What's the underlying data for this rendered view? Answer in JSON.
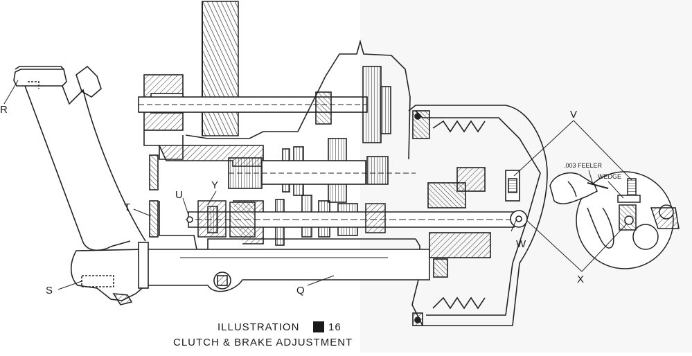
{
  "labels": {
    "R": "R",
    "S": "S",
    "T": "T",
    "U": "U",
    "Y": "Y",
    "Q": "Q",
    "V": "V",
    "W": "W",
    "X": "X"
  },
  "inset": {
    "feeler": ".003 FEELER",
    "wedge": "WEDGE"
  },
  "caption": {
    "line1_prefix": "ILLUSTRATION",
    "line1_number": "16",
    "line2": "CLUTCH & BRAKE ADJUSTMENT"
  }
}
